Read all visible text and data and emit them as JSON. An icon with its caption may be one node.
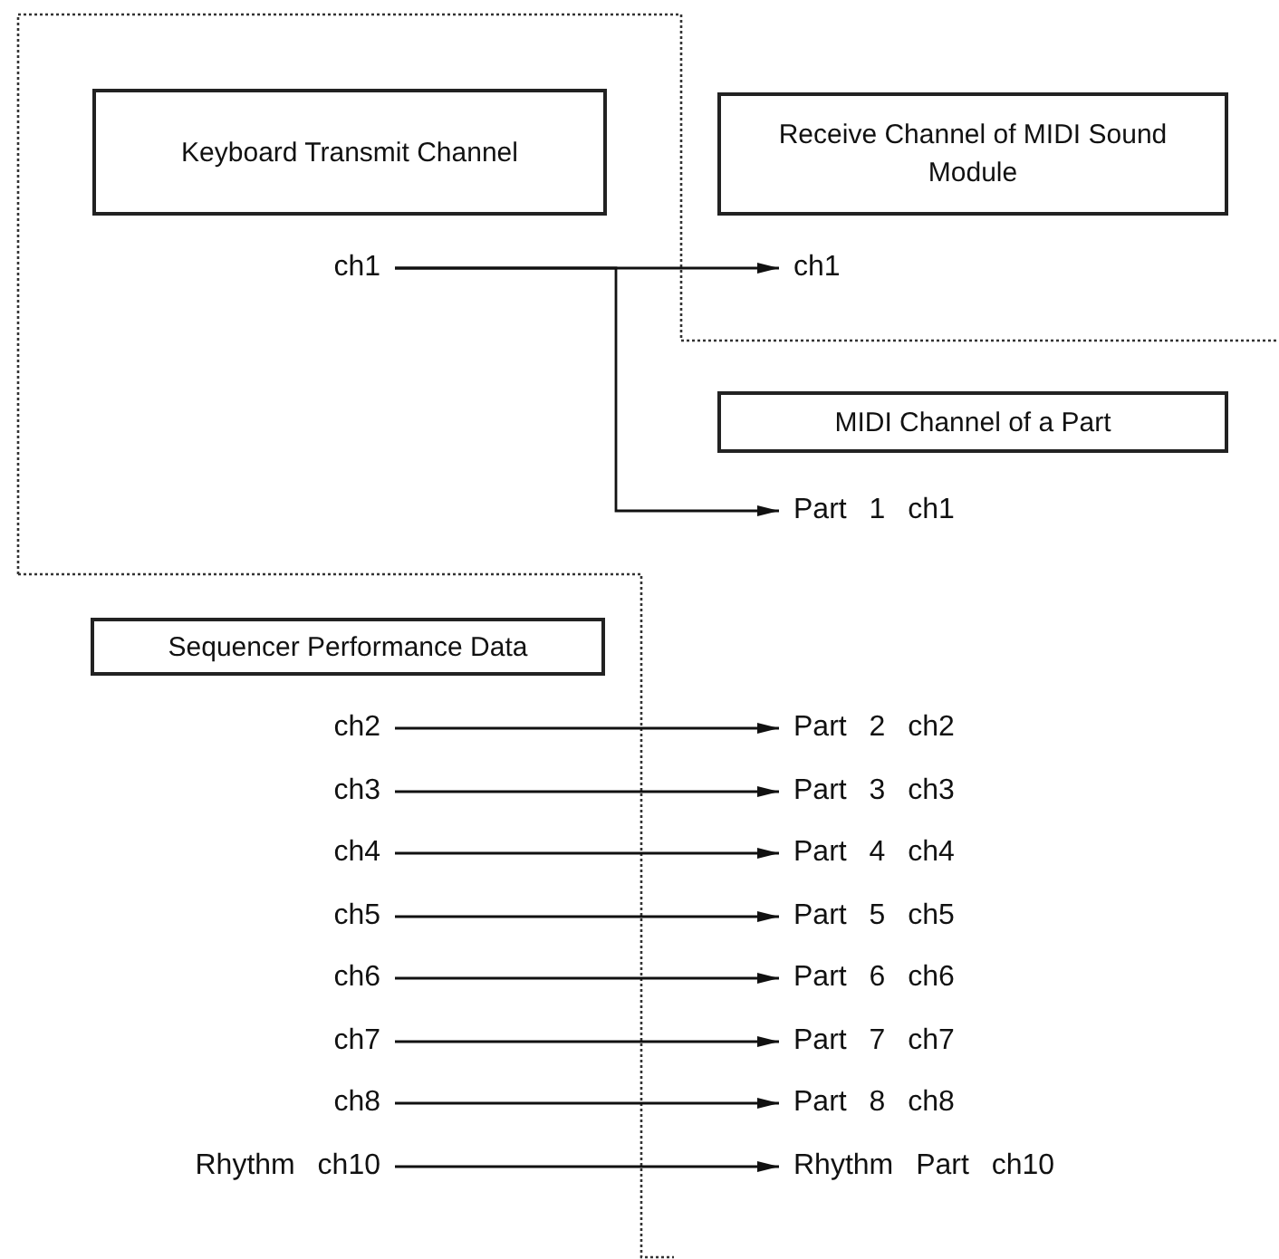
{
  "diagram": {
    "nodes": [
      {
        "text": [
          "Keyboard Transmit Channel"
        ]
      },
      {
        "text": [
          "Receive Channel of MIDI Sound Module"
        ]
      },
      {
        "text": [
          "ch1"
        ]
      },
      {
        "text": [
          "ch1"
        ]
      },
      {
        "text": [
          "MIDI Channel of a Part"
        ]
      },
      {
        "text": [
          "Part 1 ch1"
        ]
      },
      {
        "text": [
          "Sequencer Performance Data"
        ]
      },
      {
        "text": [
          "ch2"
        ]
      },
      {
        "text": [
          "Part 2 ch2"
        ]
      },
      {
        "text": [
          "ch3"
        ]
      },
      {
        "text": [
          "Part 3 ch3"
        ]
      },
      {
        "text": [
          "ch4"
        ]
      },
      {
        "text": [
          "Part 4 ch4"
        ]
      },
      {
        "text": [
          "ch5"
        ]
      },
      {
        "text": [
          "Part 5 ch5"
        ]
      },
      {
        "text": [
          "ch6"
        ]
      },
      {
        "text": [
          "Part 6 ch6"
        ]
      },
      {
        "text": [
          "ch7"
        ]
      },
      {
        "text": [
          "Part 7 ch7"
        ]
      },
      {
        "text": [
          "ch8"
        ]
      },
      {
        "text": [
          "Part 8 ch8"
        ]
      },
      {
        "text": [
          "Rhythm ch10"
        ]
      },
      {
        "text": [
          "Rhythm Part ch10"
        ]
      }
    ],
    "edges": [
      {
        "from": 2,
        "to": 3,
        "arrow": "to"
      },
      {
        "from": 2,
        "to": 5,
        "arrow": "to"
      },
      {
        "from": 7,
        "to": 8,
        "arrow": "to"
      },
      {
        "from": 9,
        "to": 10,
        "arrow": "to"
      },
      {
        "from": 11,
        "to": 12,
        "arrow": "to"
      },
      {
        "from": 13,
        "to": 14,
        "arrow": "to"
      },
      {
        "from": 15,
        "to": 16,
        "arrow": "to"
      },
      {
        "from": 17,
        "to": 18,
        "arrow": "to"
      },
      {
        "from": 19,
        "to": 20,
        "arrow": "to"
      },
      {
        "from": 21,
        "to": 22,
        "arrow": "to"
      }
    ]
  }
}
